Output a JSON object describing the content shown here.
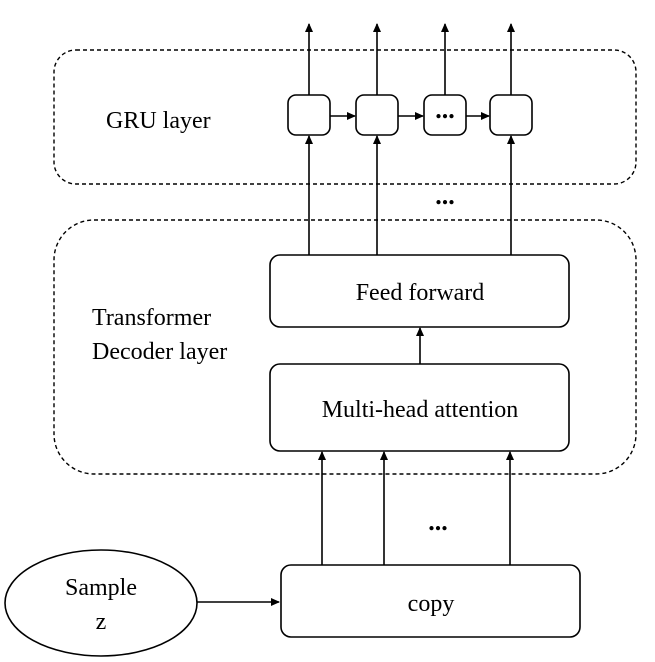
{
  "gru": {
    "layer_label": "GRU layer",
    "cells": [
      "",
      "",
      "...",
      ""
    ],
    "gap_dots": "..."
  },
  "decoder": {
    "layer_label_line1": "Transformer",
    "layer_label_line2": "Decoder layer",
    "feed_forward": "Feed forward",
    "attention": "Multi-head attention",
    "gap_dots": "..."
  },
  "input": {
    "sample_line1": "Sample",
    "sample_line2": "z",
    "copy": "copy"
  }
}
